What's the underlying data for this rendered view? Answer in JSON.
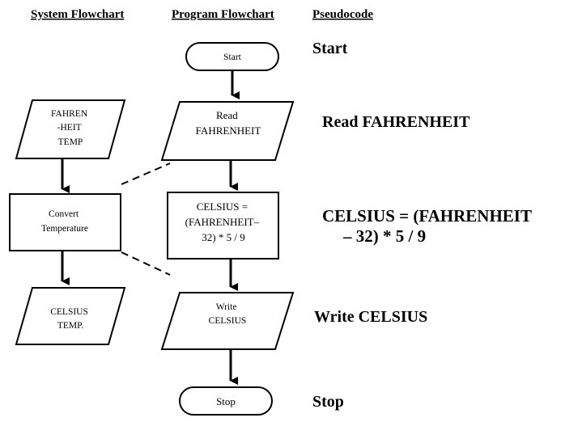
{
  "headers": {
    "system": "System Flowchart",
    "program": "Program Flowchart",
    "pseudocode": "Pseudocode"
  },
  "system_flowchart": {
    "input_lines": [
      "FAHREN",
      "-HEIT",
      "TEMP"
    ],
    "process_lines": [
      "Convert",
      "Temperature"
    ],
    "output_lines": [
      "CELSIUS",
      "TEMP."
    ]
  },
  "program_flowchart": {
    "start": "Start",
    "read_lines": [
      "Read",
      "FAHRENHEIT"
    ],
    "process_lines": [
      "CELSIUS =",
      "(FAHRENHEIT–",
      "32) * 5 / 9"
    ],
    "write_lines": [
      "Write",
      "CELSIUS"
    ],
    "stop": "Stop"
  },
  "pseudocode": {
    "start": "Start",
    "read": "Read FAHRENHEIT",
    "calc_line1": "CELSIUS = (FAHRENHEIT",
    "calc_line2": "– 32) * 5 / 9",
    "write": "Write CELSIUS",
    "stop": "Stop"
  }
}
